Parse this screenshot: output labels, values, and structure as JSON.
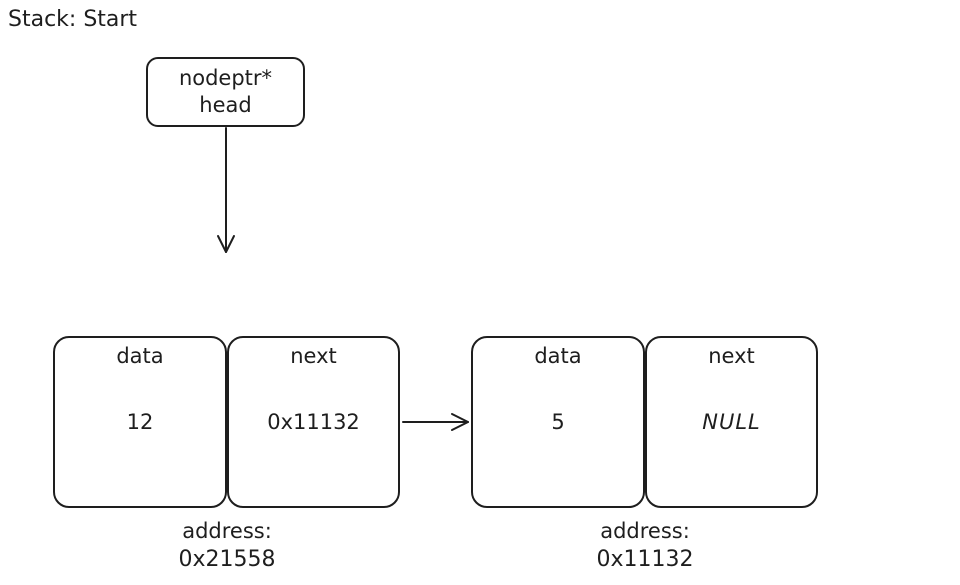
{
  "title": "Stack: Start",
  "pointer": {
    "type_label": "nodeptr*",
    "name_label": "head"
  },
  "nodes": [
    {
      "data_label": "data",
      "data_value": "12",
      "next_label": "next",
      "next_value": "0x11132",
      "address_label": "address:",
      "address_value": "0x21558"
    },
    {
      "data_label": "data",
      "data_value": "5",
      "next_label": "next",
      "next_value": "NULL",
      "address_label": "address:",
      "address_value": "0x11132"
    }
  ],
  "colors": {
    "stroke": "#1e1e1e",
    "background": "#ffffff"
  }
}
